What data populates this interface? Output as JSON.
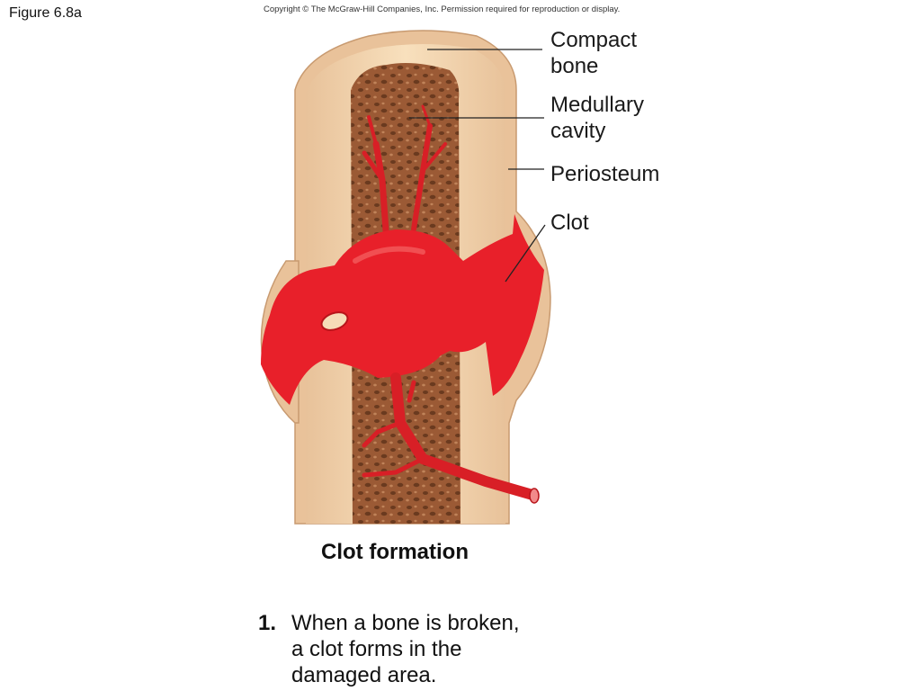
{
  "figure_label": "Figure 6.8a",
  "copyright": "Copyright © The McGraw-Hill Companies, Inc. Permission required for reproduction or display.",
  "labels": {
    "compact_bone": [
      "Compact",
      "bone"
    ],
    "medullary_cavity": [
      "Medullary",
      "cavity"
    ],
    "periosteum": [
      "Periosteum"
    ],
    "clot": [
      "Clot"
    ]
  },
  "caption": "Clot formation",
  "step": {
    "number": "1.",
    "lines": [
      "When a bone is broken,",
      "a clot forms in the",
      "damaged area."
    ]
  },
  "colors": {
    "periosteum": "#e9c29a",
    "compact_bone": "#f6dcb8",
    "medullary": "#9b5a35",
    "clot": "#e8202a",
    "vessel": "#d81f26"
  }
}
